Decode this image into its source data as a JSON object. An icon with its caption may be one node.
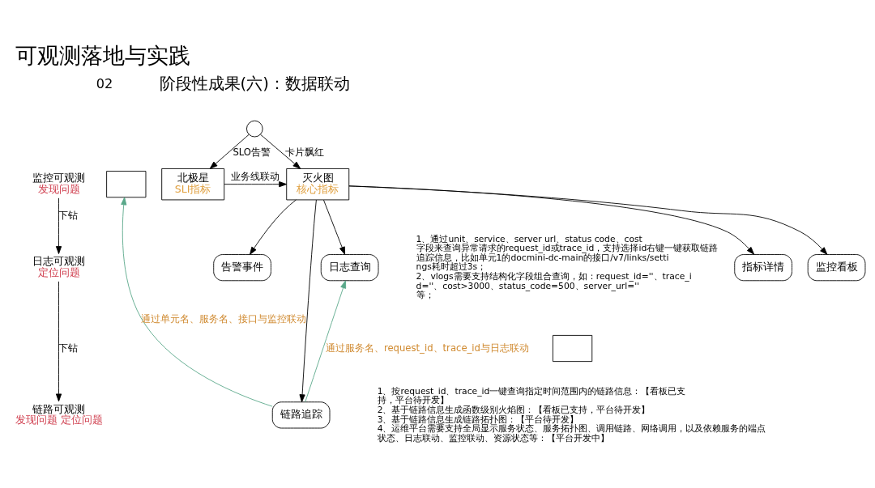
{
  "diagram": {
    "title": "可观测落地与实践",
    "nodes": [
      {
        "text": [
          "监控可观测",
          "发现问题"
        ]
      },
      {
        "text": [
          "日志可观测",
          "定位问题"
        ]
      },
      {
        "text": [
          "链路可观测",
          "发现问题 定位问题"
        ]
      },
      {
        "text": [],
        "shape": "person"
      },
      {
        "text": [
          "北极星",
          "SLI指标"
        ]
      },
      {
        "text": [
          "灭火图",
          "核心指标"
        ]
      },
      {
        "text": [
          "指标详情"
        ]
      },
      {
        "text": [
          "监控看板"
        ]
      },
      {
        "text": [
          "告警事件"
        ]
      },
      {
        "text": [
          "日志查询"
        ],
        "beside": [
          "1、通过unit、service、server url、status code、cost字段来查询异常请求的request_id或trace_id，支持选择id右键一键获取链路追踪信息，比如单元1的docmini-dc-main的接口/v7/links/settings耗时超过3s；",
          "2、vlogs需要支持结构化字段组合查询，如：request_id=''、trace_id=''、cost>3000、status_code=500、server_url='' 等；"
        ]
      },
      {
        "text": [
          "链路追踪"
        ],
        "beside": [
          "1、按request_id、trace_id一键查询指定时间范围内的链路信息：【看板已支持，平台待开发】",
          "2、基于链路信息生成函数级别火焰图：【看板已支持，平台待开发】",
          "3、基于链路信息生成链路拓扑图：【平台待开发】",
          "4、运维平台需要支持全局显示服务状态、服务拓扑图、调用链路、网络调用，以及依赖服务的端点状态、日志联动、监控联动、资源状态等：【平台开发中】"
        ]
      },
      {
        "text": [],
        "shape": "box"
      },
      {
        "text": [],
        "shape": "box"
      }
    ],
    "edges": [
      {
        "from": 0,
        "to": 1,
        "arrow": "to",
        "label": "下钻"
      },
      {
        "from": 1,
        "to": 2,
        "arrow": "to",
        "label": "下钻"
      },
      {
        "from": 3,
        "to": 4,
        "arrow": "to",
        "label": "SLO告警"
      },
      {
        "from": 3,
        "to": 5,
        "arrow": "to",
        "label": "卡片飘红"
      },
      {
        "from": 4,
        "to": 5,
        "arrow": "to",
        "label": "业务线联动"
      },
      {
        "from": 5,
        "to": 6,
        "arrow": "to"
      },
      {
        "from": 5,
        "to": 7,
        "arrow": "to"
      },
      {
        "from": 5,
        "to": 8,
        "arrow": "to"
      },
      {
        "from": 5,
        "to": 9,
        "arrow": "to"
      },
      {
        "from": 5,
        "to": 10,
        "arrow": "to"
      },
      {
        "from": 10,
        "to": 11,
        "arrow": "to",
        "label": "通过单元名、服务名、接口与监控联动",
        "color": "#5aa88a"
      },
      {
        "from": 10,
        "to": 9,
        "arrow": "to",
        "label": "通过服务名、request_id、trace_id与日志联动",
        "color": "#5aa88a"
      }
    ],
    "labels": [
      "02",
      "阶段性成果(六)：数据联动"
    ]
  }
}
